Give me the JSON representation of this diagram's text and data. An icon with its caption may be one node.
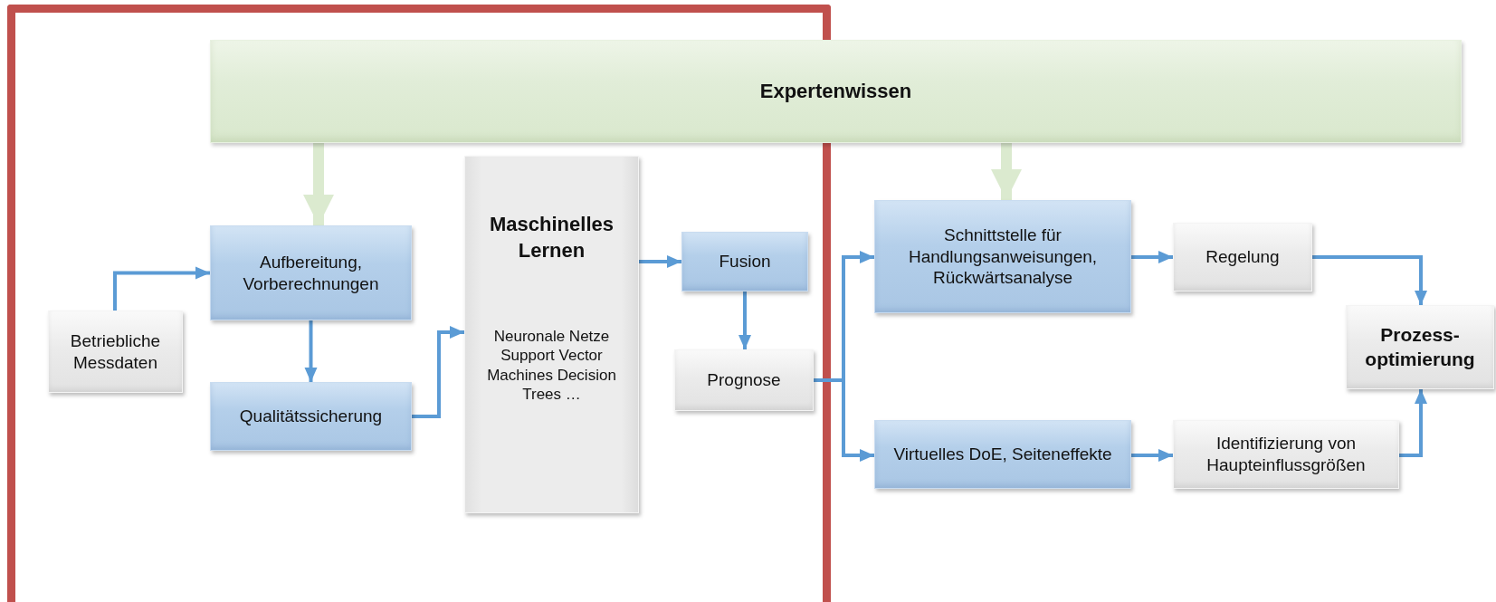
{
  "diagram": {
    "nodes": [
      {
        "text": [
          "Expertenwissen"
        ]
      },
      {
        "text": [
          "Betriebliche Messdaten"
        ]
      },
      {
        "text": [
          "Aufbereitung, Vorberechnungen"
        ]
      },
      {
        "text": [
          "Qualitätssicherung"
        ]
      },
      {
        "text": [
          "Maschinelles Lernen",
          "Neuronale Netze Support Vector Machines Decision Trees …"
        ]
      },
      {
        "text": [
          "Fusion"
        ]
      },
      {
        "text": [
          "Prognose"
        ]
      },
      {
        "text": [
          "Schnittstelle für Handlungsanweisungen, Rückwärtsanalyse"
        ]
      },
      {
        "text": [
          "Regelung"
        ]
      },
      {
        "text": [
          "Virtuelles DoE, Seiteneffekte"
        ]
      },
      {
        "text": [
          "Identifizierung von Haupteinflussgrößen"
        ]
      },
      {
        "text": [
          "Prozess-optimierung"
        ]
      }
    ],
    "edges": [
      {
        "from": 0,
        "to": 2,
        "arrow": "to",
        "style": "thick",
        "color": "#dbeacf"
      },
      {
        "from": 0,
        "to": 7,
        "arrow": "to",
        "style": "thick",
        "color": "#dbeacf"
      },
      {
        "from": 1,
        "to": 2,
        "arrow": "to"
      },
      {
        "from": 2,
        "to": 3,
        "arrow": "to"
      },
      {
        "from": 3,
        "to": 4,
        "arrow": "to"
      },
      {
        "from": 4,
        "to": 5,
        "arrow": "to"
      },
      {
        "from": 5,
        "to": 6,
        "arrow": "to"
      },
      {
        "from": 6,
        "to": 7,
        "arrow": "to"
      },
      {
        "from": 6,
        "to": 9,
        "arrow": "to"
      },
      {
        "from": 7,
        "to": 8,
        "arrow": "to"
      },
      {
        "from": 8,
        "to": 11,
        "arrow": "to"
      },
      {
        "from": 9,
        "to": 10,
        "arrow": "to"
      },
      {
        "from": 10,
        "to": 11,
        "arrow": "to"
      }
    ]
  }
}
